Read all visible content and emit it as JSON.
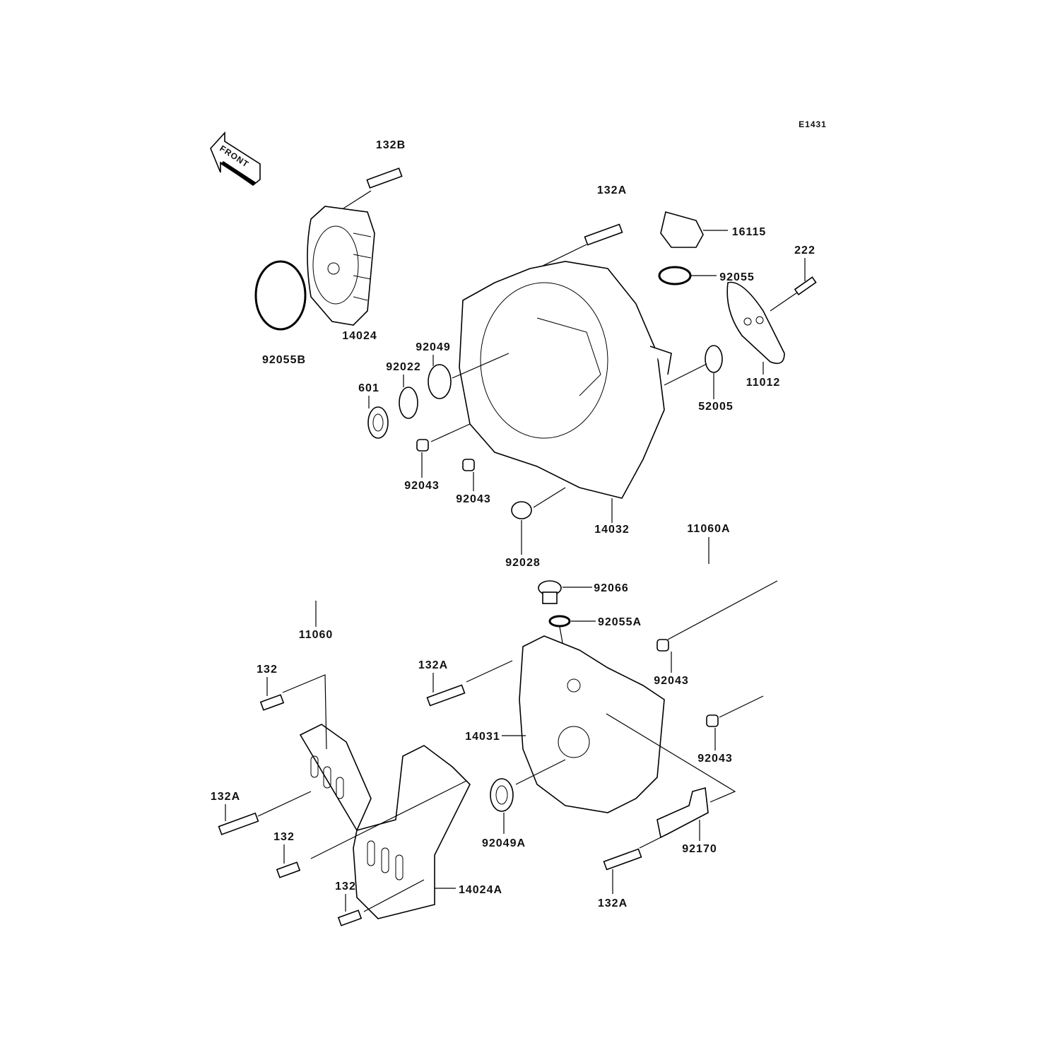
{
  "diagram": {
    "code": "E1431",
    "front_indicator": "FRONT",
    "labels": [
      "E1431",
      "132B",
      "132A",
      "16115",
      "222",
      "92055",
      "14024",
      "92055B",
      "92049",
      "92022",
      "601",
      "11012",
      "52005",
      "92043",
      "92043",
      "14032",
      "92028",
      "11060A",
      "92066",
      "92055A",
      "11060",
      "132",
      "132A",
      "92043",
      "14031",
      "92043",
      "132A",
      "132",
      "92049A",
      "92170",
      "14024A",
      "132",
      "132A"
    ]
  }
}
